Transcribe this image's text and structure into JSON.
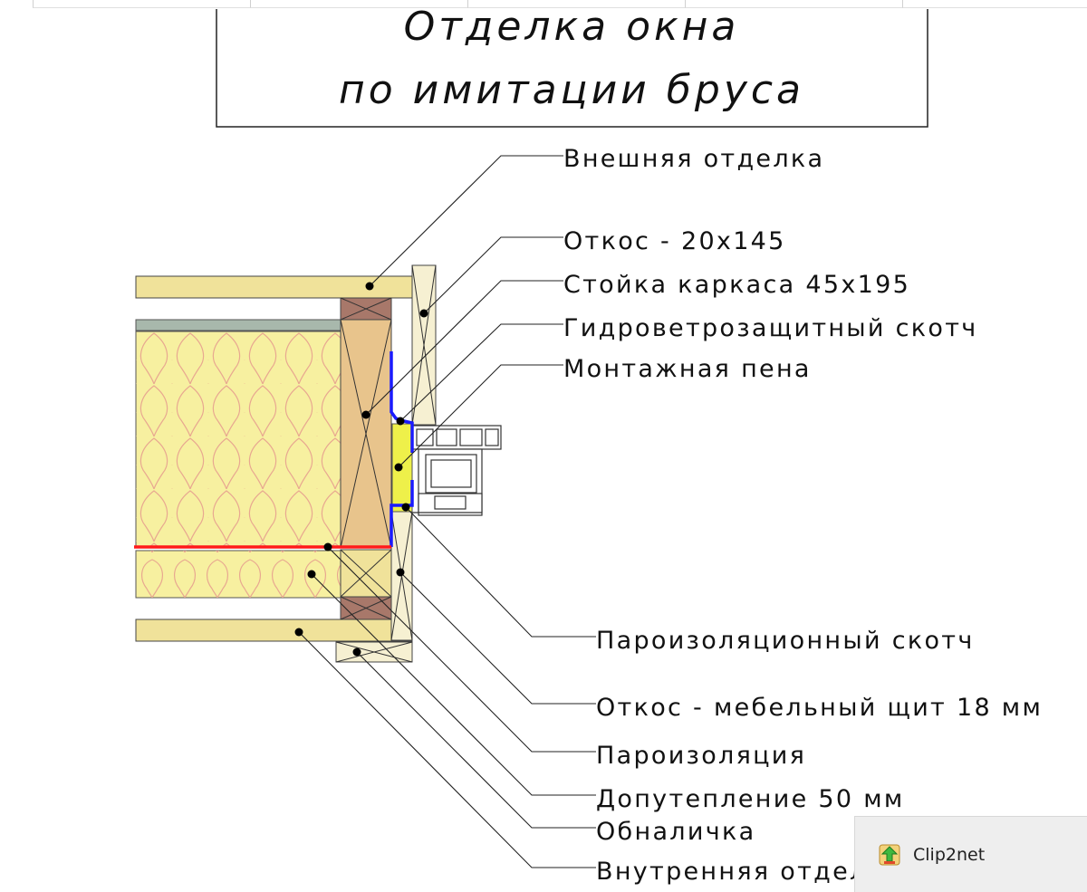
{
  "title": {
    "line1": "Отделка окна",
    "line2": "по имитации бруса"
  },
  "labels": {
    "outer_finish": "Внешняя отделка",
    "slope_outer": "Откос - 20х145",
    "frame_post": "Стойка каркаса 45х195",
    "wind_tape": "Гидроветрозащитный скотч",
    "foam": "Монтажная пена",
    "vapor_tape": "Пароизоляционный скотч",
    "slope_inner": "Откос - мебельный щит 18 мм",
    "vapor_barrier": "Пароизоляция",
    "extra_insulation": "Допутепление 50 мм",
    "casing": "Обналичка",
    "inner_finish": "Внутренняя отдел"
  },
  "colors": {
    "wood_board": "#f0e29a",
    "post": "#e8c48c",
    "insulation": "#f7f0a0",
    "insulation_pattern": "#e8a890",
    "wind_membrane": "#a8b8ac",
    "brown_block": "#a8786a",
    "slope": "#f6f0d2",
    "foam": "#eef04a",
    "tape": "#1a1aff",
    "vapor": "#ff1a1a"
  },
  "popup": {
    "app_name": "Clip2net",
    "icon": "upload-arrow-icon"
  }
}
